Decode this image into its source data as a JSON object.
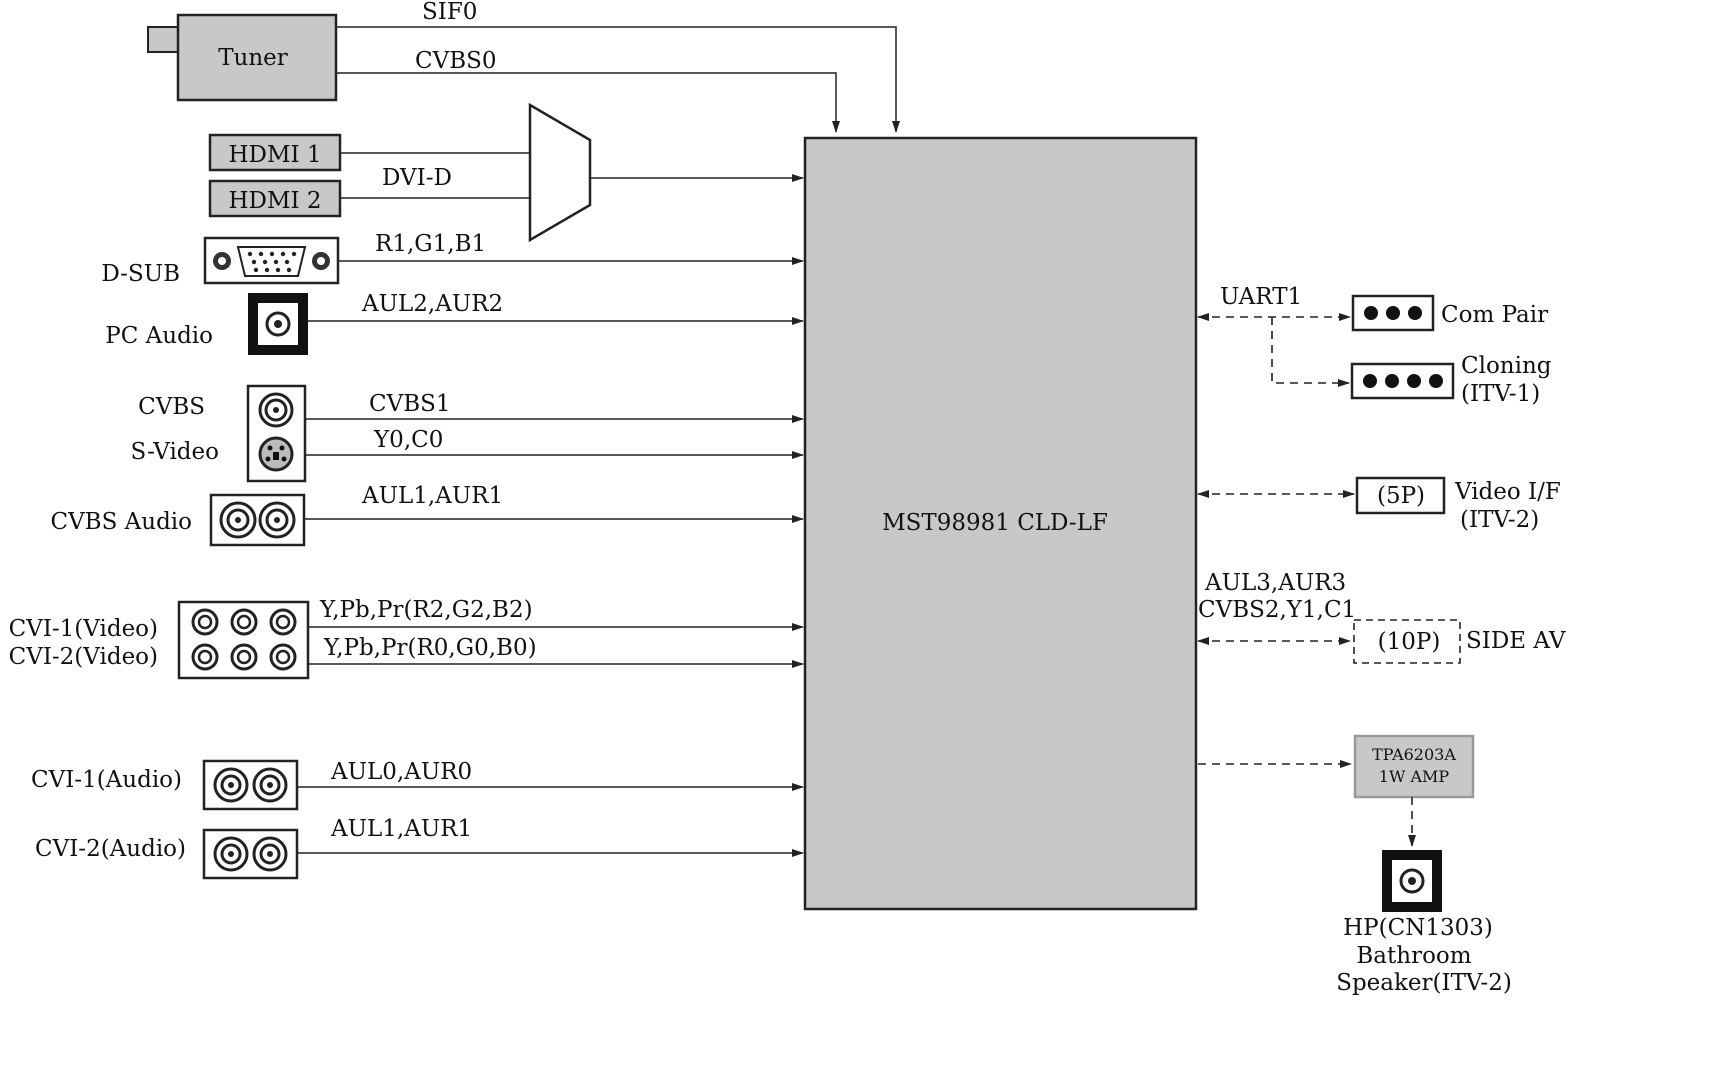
{
  "blocks": {
    "tuner": "Tuner",
    "hdmi1": "HDMI 1",
    "hdmi2": "HDMI 2",
    "chip": "MST98981 CLD-LF",
    "amp_line1": "TPA6203A",
    "amp_line2": "1W AMP",
    "video_if_box": "(5P)",
    "side_av_box": "(10P)"
  },
  "connector_labels": {
    "dsub": "D-SUB",
    "pc_audio": "PC Audio",
    "cvbs": "CVBS",
    "svideo": "S-Video",
    "cvbs_audio": "CVBS Audio",
    "cvi1_video": "CVI-1(Video)",
    "cvi2_video": "CVI-2(Video)",
    "cvi1_audio": "CVI-1(Audio)",
    "cvi2_audio": "CVI-2(Audio)",
    "com_pair": "Com Pair",
    "cloning_1": "Cloning",
    "cloning_2": "(ITV-1)",
    "video_if_1": "Video I/F",
    "video_if_2": "(ITV-2)",
    "side_av": "SIDE AV",
    "hp_1": "HP(CN1303)",
    "hp_2": "Bathroom",
    "hp_3": "Speaker(ITV-2)"
  },
  "signals": {
    "sif0": "SIF0",
    "cvbs0": "CVBS0",
    "dvi_d": "DVI-D",
    "rgb1": "R1,G1,B1",
    "aul2": "AUL2,AUR2",
    "cvbs1": "CVBS1",
    "y0c0": "Y0,C0",
    "aul1_cvbs": "AUL1,AUR1",
    "ypbpr_2": "Y,Pb,Pr(R2,G2,B2)",
    "ypbpr_0": "Y,Pb,Pr(R0,G0,B0)",
    "aul0": "AUL0,AUR0",
    "aul1_cvi2": "AUL1,AUR1",
    "uart1": "UART1",
    "side_sig_1": "AUL3,AUR3",
    "side_sig_2": "CVBS2,Y1,C1"
  },
  "colors": {
    "block_fill": "#c8c8c8",
    "amp_fill": "#c8c8c8",
    "line": "#222222"
  }
}
